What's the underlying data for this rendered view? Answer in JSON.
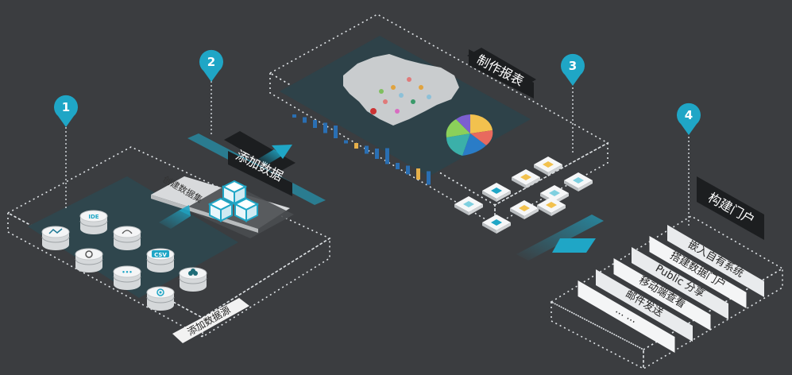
{
  "steps": [
    {
      "num": "1",
      "title": "添加数据源"
    },
    {
      "num": "2",
      "title": "添加数据",
      "subtitle": "创建数据集"
    },
    {
      "num": "3",
      "title": "制作报表"
    },
    {
      "num": "4",
      "title": "构建门户"
    }
  ],
  "source_icons": [
    "line-chart-icon",
    "ide-icon",
    "database-icon",
    "network-icon",
    "csv-icon",
    "cloud-icon",
    "more-icon",
    "at-icon"
  ],
  "source_labels": {
    "ide": "IDE",
    "csv": "CSV",
    "more": "•••"
  },
  "portal_items": [
    "嵌入自有系统",
    "搭建数据门户",
    "Public 分享",
    "移动端查看",
    "邮件发送",
    "... ..."
  ],
  "colors": {
    "accent": "#1fa6c6",
    "dark_label": "#1c1e20",
    "panel": "#2d4248"
  }
}
